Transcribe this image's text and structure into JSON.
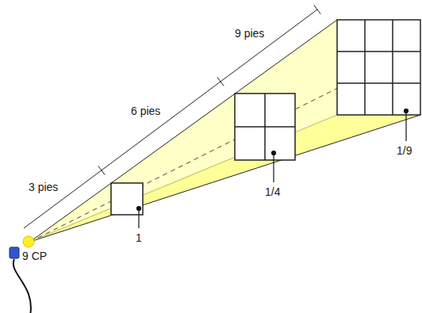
{
  "diagram": {
    "labels": [
      "9 pies",
      "6 pies",
      "3 pies",
      "1",
      "1/4",
      "1/9",
      "9 CP"
    ]
  }
}
